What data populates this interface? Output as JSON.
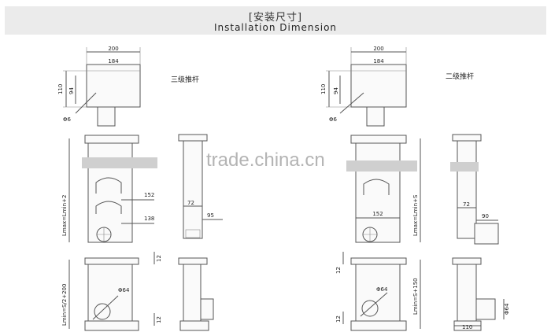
{
  "header": {
    "title_cn": "[安装尺寸]",
    "title_en": "Installation Dimension"
  },
  "left": {
    "label": "三级推杆",
    "dims": {
      "w200": "200",
      "w184": "184",
      "h110": "110",
      "h94": "94",
      "d6": "Φ6",
      "w152": "152",
      "w138": "138",
      "w72": "72",
      "w95": "95",
      "d64": "Φ64",
      "h12a": "12",
      "h12b": "12",
      "lmax": "Lmax=Lmin+2",
      "lmin": "Lmin=S/2+200"
    }
  },
  "right": {
    "label": "二级推杆",
    "dims": {
      "w200": "200",
      "w184": "184",
      "h110": "110",
      "h94": "94",
      "d6": "Φ6",
      "w152": "152",
      "w72": "72",
      "w90": "90",
      "d64a": "Φ64",
      "d64b": "Φ64",
      "h12a": "12",
      "h12b": "12",
      "w110": "110",
      "lmax": "Lmax=Lmin+S",
      "lmin": "Lmin=S+150"
    }
  },
  "watermark": "trade.china.cn"
}
